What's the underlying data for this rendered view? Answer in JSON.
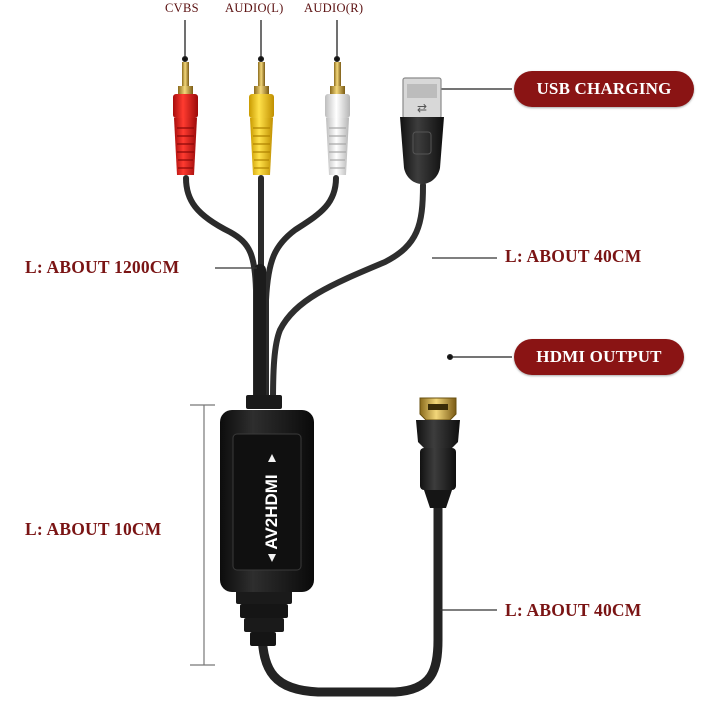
{
  "connectors": {
    "cvbs_label": "CVBS",
    "audio_left_label": "AUDIO(L)",
    "audio_right_label": "AUDIO(R)"
  },
  "callouts": {
    "usb_charging": "USB CHARGING",
    "hdmi_output": "HDMI OUTPUT"
  },
  "lengths": {
    "rca_cable": "L: ABOUT 1200CM",
    "usb_cable": "L: ABOUT 40CM",
    "box_length": "L: ABOUT 10CM",
    "hdmi_cable": "L: ABOUT 40CM"
  },
  "device": {
    "name": "AV2HDMI"
  },
  "colors": {
    "label_text": "#7a1414",
    "pill_bg": "#8a1414",
    "rca_red": "#e01818",
    "rca_yellow": "#f2c400",
    "rca_white": "#eeeeee",
    "cable": "#2b2b2b"
  }
}
